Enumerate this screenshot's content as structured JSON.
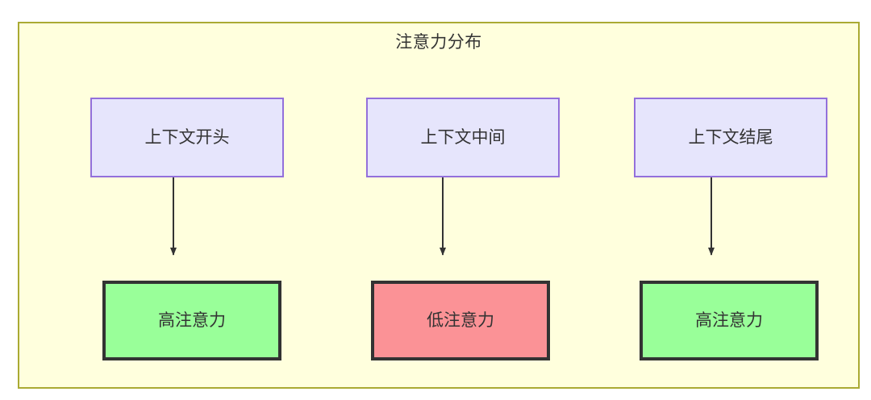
{
  "diagram": {
    "title": "注意力分布",
    "container": {
      "fill": "#ffffdd",
      "stroke": "#aaaa33"
    },
    "columns": [
      {
        "source": {
          "label": "上下文开头",
          "fill": "#e6e5fc",
          "stroke": "#9370db"
        },
        "target": {
          "label": "高注意力",
          "fill": "#99ff99",
          "stroke": "#333333"
        }
      },
      {
        "source": {
          "label": "上下文中间",
          "fill": "#e6e5fc",
          "stroke": "#9370db"
        },
        "target": {
          "label": "低注意力",
          "fill": "#fb9296",
          "stroke": "#333333"
        }
      },
      {
        "source": {
          "label": "上下文结尾",
          "fill": "#e6e5fc",
          "stroke": "#9370db"
        },
        "target": {
          "label": "高注意力",
          "fill": "#99ff99",
          "stroke": "#333333"
        }
      }
    ],
    "edges": [
      {
        "from": "上下文开头",
        "to": "高注意力"
      },
      {
        "from": "上下文中间",
        "to": "低注意力"
      },
      {
        "from": "上下文结尾",
        "to": "高注意力"
      }
    ],
    "edge_color": "#333333"
  }
}
